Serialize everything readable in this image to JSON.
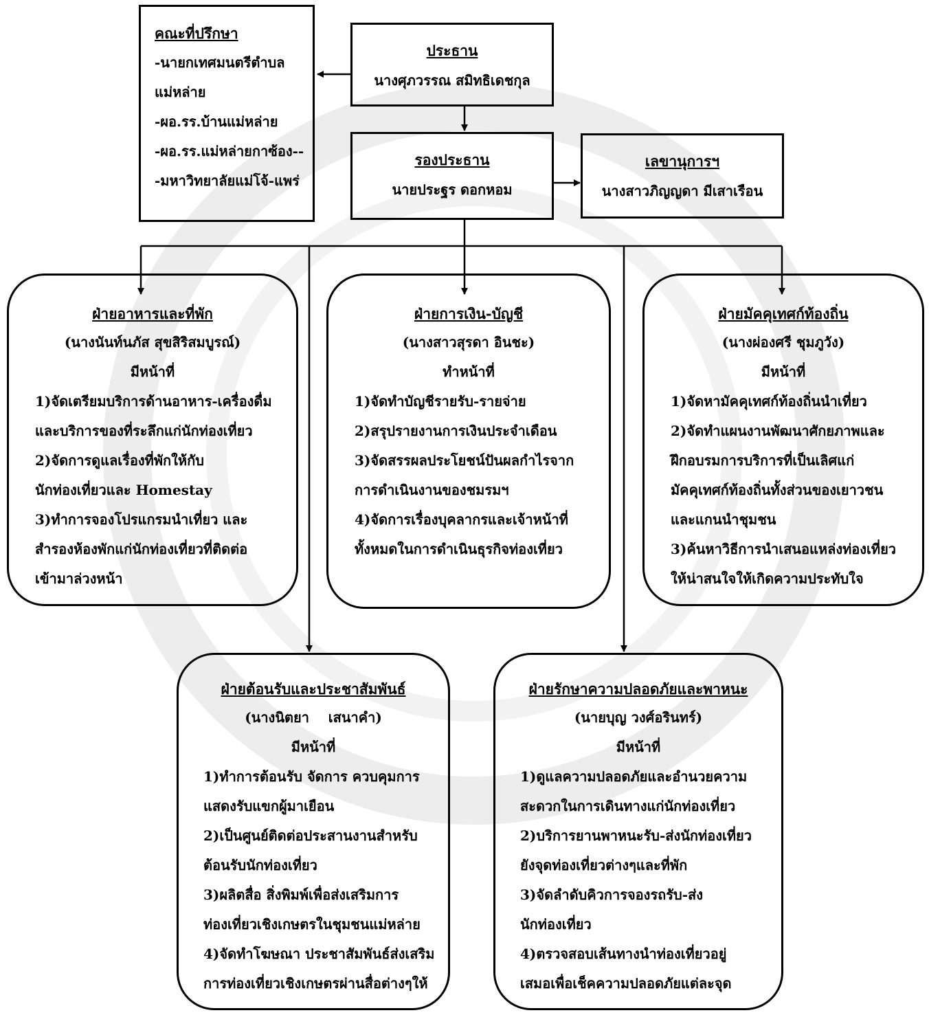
{
  "advisors": {
    "title": "คณะที่ปรึกษา",
    "lines": [
      "-นายกเทศมนตรีตำบล",
      "แม่หล่าย",
      "-ผอ.รร.บ้านแม่หล่าย",
      "-ผอ.รร.แม่หล่ายกาซ้อง--",
      "-มหาวิทยาลัยแม่โจ้-แพร่"
    ]
  },
  "chair": {
    "title": "ประธาน",
    "name": "นางศุภวรรณ สมิทธิเดชกุล"
  },
  "vice_chair": {
    "title": "รองประธาน",
    "name": "นายประฐร ดอกหอม"
  },
  "secretary": {
    "title": "เลขานุการฯ",
    "name": "นางสาวภิญญดา มีเสาเรือน"
  },
  "food": {
    "title": "ฝ่ายอาหารและที่พัก",
    "person": "(นางนันท์นภัส สุขสิริสมบูรณ์)",
    "duty": "มีหน้าที่",
    "lines": [
      "1)จัดเตรียมบริการด้านอาหาร-เครื่องดื่ม",
      "และบริการของที่ระลึกแก่นักท่องเที่ยว",
      "2)จัดการดูแลเรื่องที่พักให้กับ",
      "นักท่องเที่ยวและ Homestay",
      "3)ทำการจองโปรแกรมนำเที่ยว และ",
      "สำรองห้องพักแก่นักท่องเที่ยวที่ติดต่อ",
      "เข้ามาล่วงหน้า"
    ]
  },
  "finance": {
    "title": "ฝ่ายการเงิน-บัญชี",
    "person": "(นางสาวสุรดา อินชะ)",
    "duty": "ทำหน้าที่",
    "lines": [
      "1)จัดทำบัญชีรายรับ-รายจ่าย",
      "2)สรุปรายงานการเงินประจำเดือน",
      "3)จัดสรรผลประโยชน์ปันผลกำไรจาก",
      "การดำเนินงานของชมรมฯ",
      "4)จัดการเรื่องบุคลากรและเจ้าหน้าที่",
      "ทั้งหมดในการดำเนินธุรกิจท่องเที่ยว"
    ]
  },
  "guide": {
    "title": "ฝ่ายมัคคุเทศก์ท้องถิ่น",
    "person": "(นางผ่องศรี ชุมภูวัง)",
    "duty": "มีหน้าที่",
    "lines": [
      "1)จัดหามัคคุเทศก์ท้องถิ่นนำเที่ยว",
      "2)จัดทำแผนงานพัฒนาศักยภาพและ",
      "ฝึกอบรมการบริการที่เป็นเลิศแก่",
      "มัคคุเทศก์ท้องถิ่นทั้งส่วนของเยาวชน",
      "และแกนนำชุมชน",
      "3)ค้นหาวิธีการนำเสนอแหล่งท่องเที่ยว",
      "ให้น่าสนใจให้เกิดความประทับใจ"
    ]
  },
  "reception": {
    "title": "ฝ่ายต้อนรับและประชาสัมพันธ์",
    "person": "(นางนิตยา    เสนาคำ)",
    "duty": "มีหน้าที่",
    "lines": [
      "1)ทำการต้อนรับ จัดการ ควบคุมการ",
      "แสดงรับแขกผู้มาเยือน",
      "2)เป็นศูนย์ติดต่อประสานงานสำหรับ",
      "ต้อนรับนักท่องเที่ยว",
      "3)ผลิตสื่อ สิ่งพิมพ์เพื่อส่งเสริมการ",
      "ท่องเที่ยวเชิงเกษตรในชุมชนแม่หล่าย",
      "4)จัดทำโฆษณา ประชาสัมพันธ์ส่งเสริม",
      "การท่องเที่ยวเชิงเกษตรผ่านสื่อต่างๆให้"
    ]
  },
  "safety": {
    "title": "ฝ่ายรักษาความปลอดภัยและพาหนะ",
    "person": "(นายบุญ วงศ์อรินทร์)",
    "duty": "มีหน้าที่",
    "lines": [
      "1)ดูแลความปลอดภัยและอำนวยความ",
      "สะดวกในการเดินทางแก่นักท่องเที่ยว",
      "2)บริการยานพาหนะรับ-ส่งนักท่องเที่ยว",
      "ยังจุดท่องเที่ยวต่างๆและที่พัก",
      "3)จัดลำดับคิวการจองรถรับ-ส่ง",
      "นักท่องเที่ยว",
      "4)ตรวจสอบเส้นทางนำท่องเที่ยวอยู่",
      "เสมอเพื่อเช็คความปลอดภัยแต่ละจุด"
    ]
  }
}
